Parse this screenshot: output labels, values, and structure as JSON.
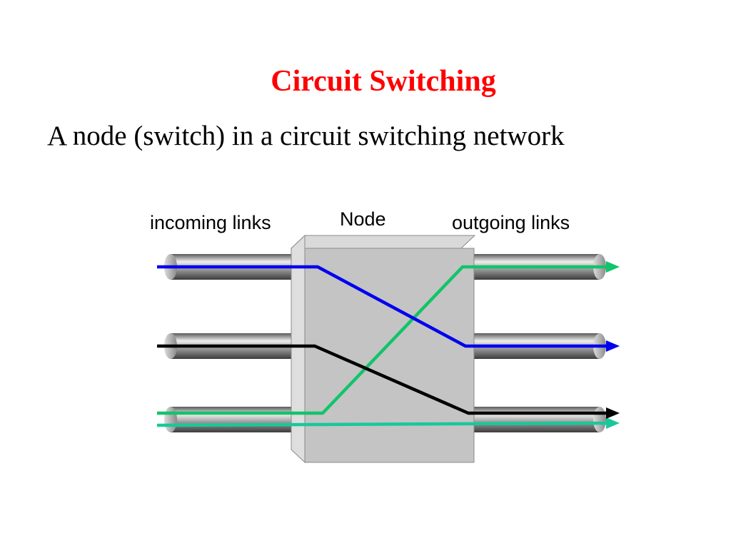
{
  "slide": {
    "title": "Circuit Switching",
    "subtitle": "A node (switch) in a circuit switching network"
  },
  "diagram": {
    "incoming_label": "incoming links",
    "node_label": "Node",
    "outgoing_label": "outgoing links",
    "colors": {
      "title": "#ff0000",
      "blue_path": "#0000ee",
      "green_path": "#11c46a",
      "black_path": "#000000",
      "teal_path": "#19c89a",
      "node_face": "#c4c4c4"
    }
  }
}
